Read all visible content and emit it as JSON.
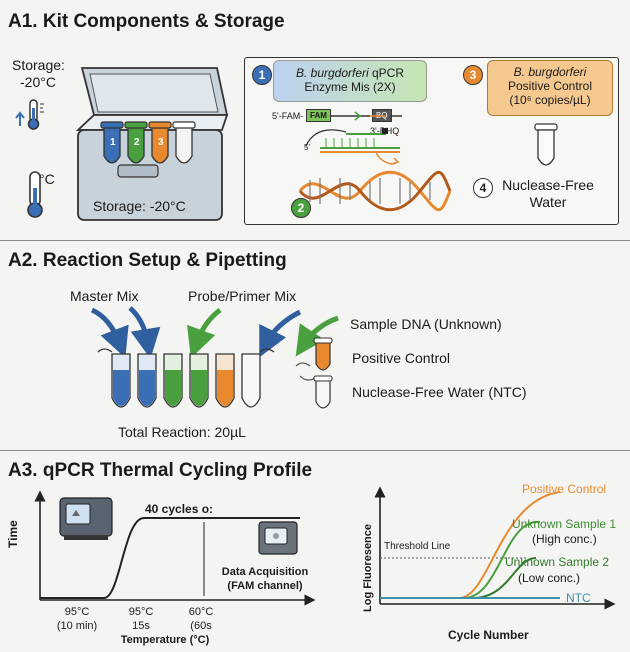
{
  "a1": {
    "title": "A1. Kit Components & Storage",
    "storage_top_label": "Storage:",
    "storage_top_temp": "-20°C",
    "thermo_unit": "°C",
    "cooler_label": "Storage: -20°C",
    "tube_labels": [
      "1",
      "2",
      "3"
    ],
    "component1": {
      "num": "1",
      "species": "B. burgdorferi",
      "name_rest": " qPCR",
      "name2": "Enzyme Mis (2X)"
    },
    "component2": {
      "num": "2"
    },
    "component3": {
      "num": "3",
      "species": "B. burgdorferi",
      "name2": "Positive Control",
      "name3": "(10⁶ copies/µL)"
    },
    "component4": {
      "num": "4",
      "name1": "Nuclease-Free",
      "name2": "Water"
    },
    "probe": {
      "fam": "5'-FAM-",
      "fam_box": "FAM",
      "bhq": "3'-BHQ",
      "bq_box": "BQ",
      "prime": "5'"
    }
  },
  "a2": {
    "title": "A2. Reaction Setup & Pipetting",
    "master_mix": "Master Mix",
    "probe_primer": "Probe/Primer Mix",
    "sample_dna": "Sample DNA (Unknown)",
    "positive_control": "Positive Control",
    "ntc": "Nuclease-Free Water (NTC)",
    "total": "Total Reaction: 20µL"
  },
  "a3": {
    "title": "A3. qPCR Thermal Cycling Profile",
    "y_axis": "Time",
    "x_axis": "Temperature (°C)",
    "cycles": "40 cycles o:",
    "acq1": "Data Acquisition",
    "acq2": "(FAM channel)",
    "steps": [
      {
        "temp": "95°C",
        "time": "(10 min)"
      },
      {
        "temp": "95°C",
        "time": "15s"
      },
      {
        "temp": "60°C",
        "time": "(60s"
      }
    ]
  },
  "amp": {
    "y_axis": "Log Fluoresence",
    "x_axis": "Cycle Number",
    "threshold": "Threshold Line",
    "positive": "Positive Control",
    "unknown1": "Unknown Sample 1",
    "unknown1_sub": "(High conc.)",
    "unknown2": "Unknown Sample 2",
    "unknown2_sub": "(Low conc.)",
    "ntc": "NTC"
  },
  "colors": {
    "blue": "#3a6fb5",
    "green": "#4aa03f",
    "orange": "#e8892f",
    "teal": "#3e8fa8"
  }
}
